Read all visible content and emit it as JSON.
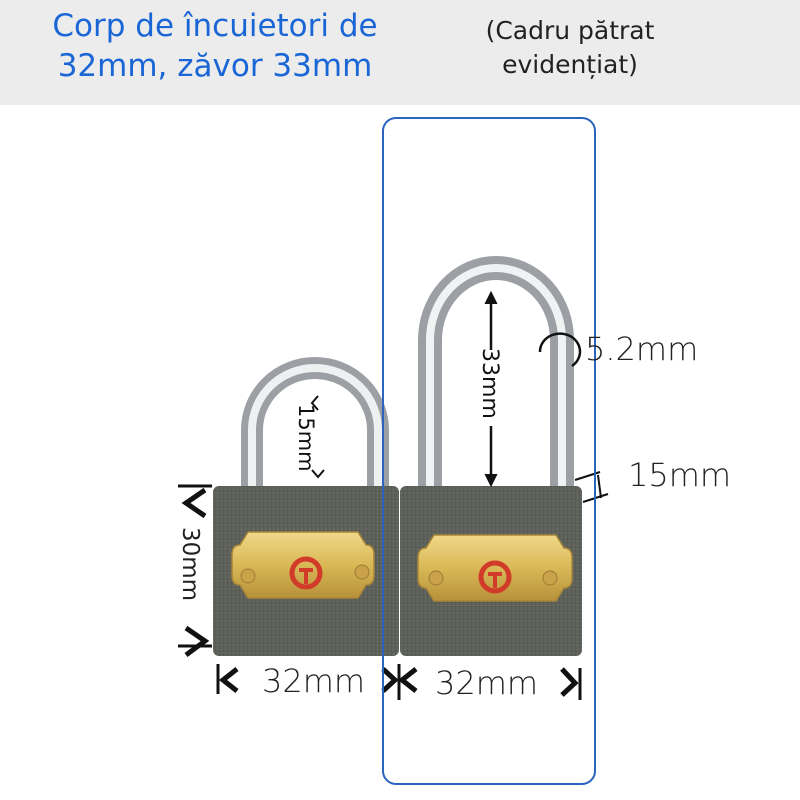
{
  "header": {
    "title": "Corp de încuietori de 32mm, zăvor 33mm",
    "subtitle": "(Cadru pătrat evidențiat)"
  },
  "colors": {
    "title": "#1a66d6",
    "frame": "#2a64bf",
    "header_bg": "#ececec",
    "lock_body": "#5d6159",
    "plate": "#d9b856",
    "logo": "#d23a2a"
  },
  "dimensions": {
    "shackle_diameter": "5.2mm",
    "shackle_clearance_long": "33mm",
    "shackle_clearance_short": "15mm",
    "body_thickness": "15mm",
    "body_height": "30mm",
    "body_width_left": "32mm",
    "body_width_right": "32mm"
  },
  "products": [
    {
      "name": "short-shackle-padlock",
      "highlighted": false
    },
    {
      "name": "long-shackle-padlock",
      "highlighted": true
    }
  ]
}
